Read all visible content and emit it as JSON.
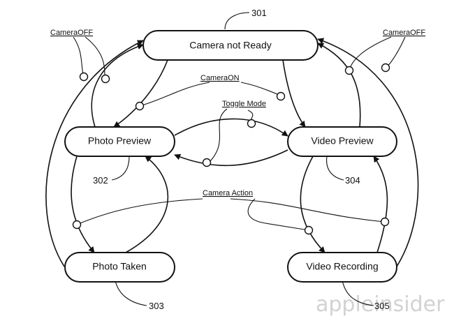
{
  "states": {
    "s301": {
      "label": "Camera not Ready",
      "ref": "301"
    },
    "s302": {
      "label": "Photo Preview",
      "ref": "302"
    },
    "s304": {
      "label": "Video Preview",
      "ref": "304"
    },
    "s303": {
      "label": "Photo Taken",
      "ref": "303"
    },
    "s305": {
      "label": "Video Recording",
      "ref": "305"
    }
  },
  "transitions": {
    "camera_off_left": "CameraOFF",
    "camera_off_right": "CameraOFF",
    "camera_on": "CameraON",
    "toggle_mode": "Toggle Mode",
    "camera_action": "Camera Action"
  },
  "watermark": "appleinsider"
}
